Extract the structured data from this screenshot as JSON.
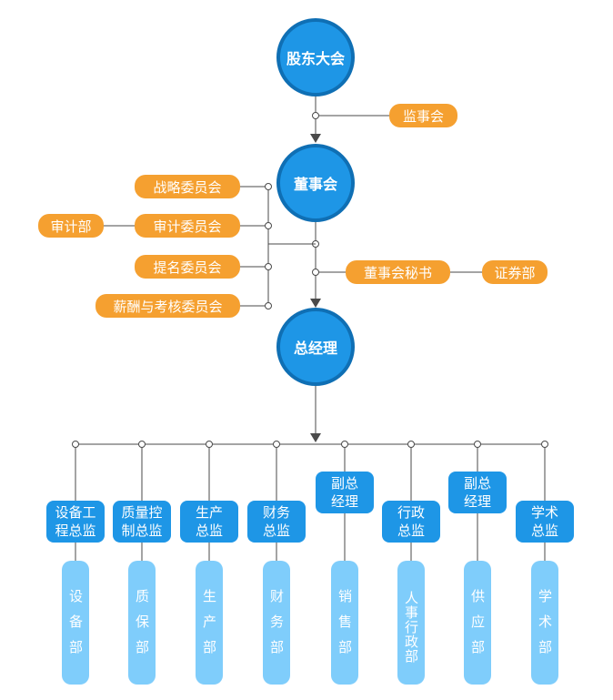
{
  "top": {
    "shareholders": "股东大会",
    "supervisory_board": "监事会",
    "board": "董事会",
    "committees": [
      "战略委员会",
      "审计委员会",
      "提名委员会",
      "薪酬与考核委员会"
    ],
    "audit_dept": "审计部",
    "board_secretary": "董事会秘书",
    "securities_dept": "证券部",
    "general_manager": "总经理"
  },
  "directors": [
    {
      "lines": [
        "设备工",
        "程总监"
      ],
      "dept": "设备部"
    },
    {
      "lines": [
        "质量控",
        "制总监"
      ],
      "dept": "质保部"
    },
    {
      "lines": [
        "生产",
        "总监"
      ],
      "dept": "生产部"
    },
    {
      "lines": [
        "财务",
        "总监"
      ],
      "dept": "财务部"
    },
    {
      "lines": [
        "副总",
        "经理"
      ],
      "dept": "销售部"
    },
    {
      "lines": [
        "行政",
        "总监"
      ],
      "dept": "人事行政部"
    },
    {
      "lines": [
        "副总",
        "经理"
      ],
      "dept": "供应部"
    },
    {
      "lines": [
        "学术",
        "总监"
      ],
      "dept": "学术部"
    }
  ],
  "colors": {
    "circle": "#1e96e6",
    "circle_border": "#0f6fb4",
    "orange": "#f5a030",
    "dept_box": "#7fcdfb",
    "line": "#4a4a4a"
  }
}
